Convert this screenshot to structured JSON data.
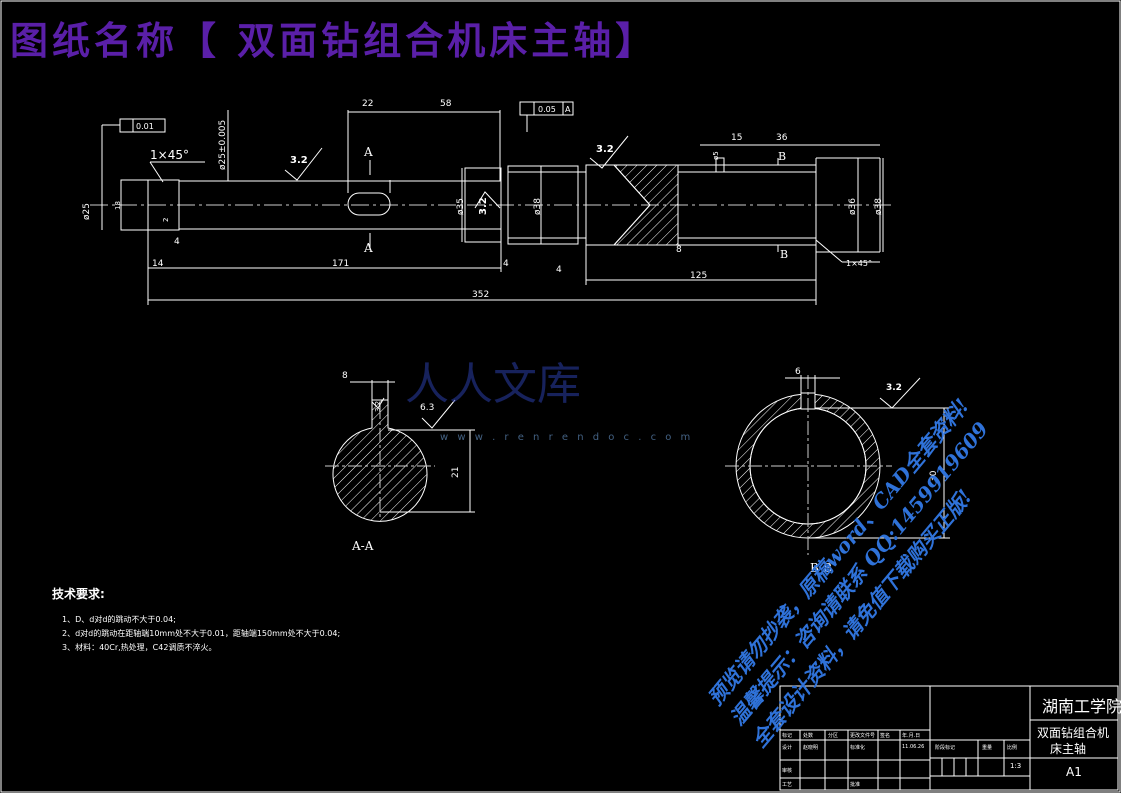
{
  "title": "图纸名称【 双面钻组合机床主轴】",
  "colors": {
    "background": "#000000",
    "title": "#5a1fa8",
    "outline": "#ffffff",
    "dimension": "#ffffff",
    "watermark": "#2f72d9"
  },
  "main_view": {
    "dims": {
      "d22": "22",
      "d58": "58",
      "d15": "15",
      "d36": "36",
      "d14": "14",
      "d171": "171",
      "d4a": "4",
      "d4b": "4",
      "d4c": "4",
      "d125": "125",
      "d352": "352",
      "phi25": "ø25",
      "phi25tol": "ø25±0.005",
      "phi35": "ø35",
      "phi38a": "ø38",
      "phi36": "ø36",
      "phi38b": "ø38",
      "d8": "8",
      "phi5": "ø5",
      "d18": "18",
      "d2": "2"
    },
    "chamfer_left": "1×45°",
    "chamfer_right": "1×45°",
    "roughness_1": "3.2",
    "roughness_2": "3.2",
    "roughness_3": "3.2",
    "fcf_left": "0.01",
    "fcf_top_value": "0.05",
    "fcf_top_datum": "A",
    "section_a_top": "A",
    "section_a_bottom": "A",
    "section_b_top": "B",
    "section_b_bottom": "B"
  },
  "section_aa": {
    "label": "A-A",
    "width_dim": "8",
    "roughness": "6.3",
    "height_dim": "21",
    "roughness_small": "3.2"
  },
  "section_bb": {
    "label": "B-B",
    "width_dim": "6",
    "roughness": "3.2",
    "height_dim": "30"
  },
  "tech_requirements": {
    "heading": "技术要求:",
    "items": [
      "1、D、d对d的跳动不大于0.04;",
      "2、d对d的跳动在距轴端10mm处不大于0.01，距轴端150mm处不大于0.04;",
      "3、材料：40Cr,热处理，C42调质不淬火。"
    ]
  },
  "watermark": {
    "brand": "人人文库",
    "url": "w w w . r e n r e n d o c . c o m",
    "diag_lines": [
      "预览请勿抄袭，原稿word、CAD全套资料!",
      "温馨提示：咨询请联系 QQ:1459919609",
      "全套设计资料，请免值下载购买正版!"
    ]
  },
  "title_block": {
    "school": "湖南工学院",
    "part_name_1": "双面钻组合机",
    "part_name_2": "床主轴",
    "sheet": "A1",
    "scale": "1:3",
    "cells": [
      "标记",
      "处数",
      "分区",
      "更改文件号",
      "签名",
      "年.月.日",
      "设计",
      "赵晓明",
      "标准化",
      "11.06.26",
      "阶段标记",
      "重量",
      "比例",
      "审核",
      "工艺",
      "批准"
    ]
  }
}
